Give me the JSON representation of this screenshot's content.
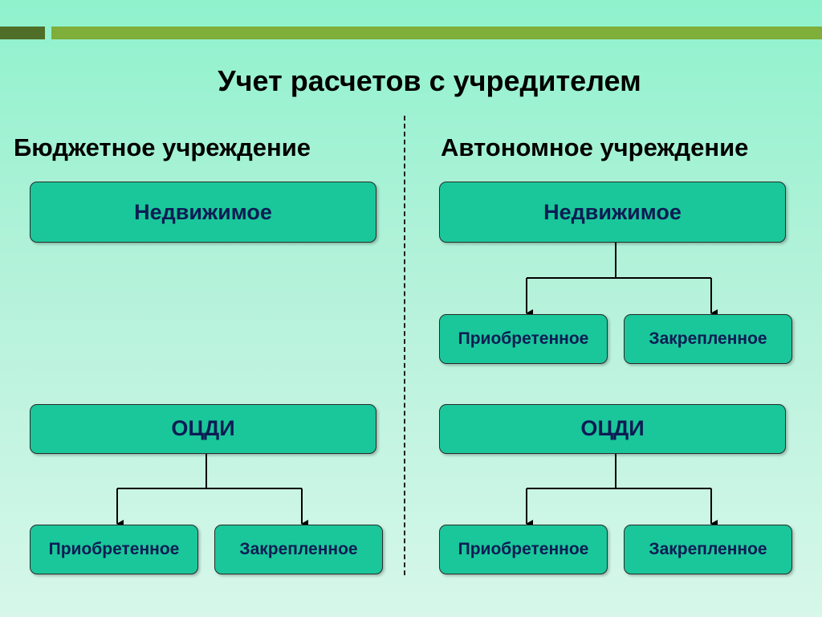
{
  "title": "Учет расчетов с учредителем",
  "left": {
    "heading": "Бюджетное учреждение",
    "top_box": "Недвижимое",
    "mid_box": "ОЦДИ",
    "mid_children": [
      "Приобретенное",
      "Закрепленное"
    ]
  },
  "right": {
    "heading": "Автономное учреждение",
    "top_box": "Недвижимое",
    "top_children": [
      "Приобретенное",
      "Закрепленное"
    ],
    "mid_box": "ОЦДИ",
    "mid_children": [
      "Приобретенное",
      "Закрепленное"
    ]
  },
  "colors": {
    "box_fill": "#1ac79a",
    "box_text": "#0c1c54",
    "bar_dark": "#4f6f28",
    "bar_light": "#7fae3a"
  }
}
